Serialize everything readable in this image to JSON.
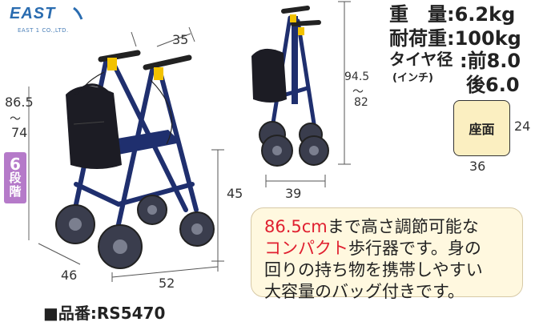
{
  "brand": {
    "name": "EAST",
    "company": "EAST 1 CO.,LTD."
  },
  "dimensions": {
    "width_top": "35",
    "height_max": "86.5",
    "height_tilde": "〜",
    "height_min": "74",
    "seat_height": "45",
    "depth": "46",
    "width": "52",
    "folded_height_max": "94.5",
    "folded_tilde": "〜",
    "folded_height_min": "82",
    "folded_depth": "39"
  },
  "badge": {
    "number": "6",
    "char1": "段",
    "char2": "階"
  },
  "specs": {
    "weight_label": "重　量",
    "weight_value": ":6.2kg",
    "load_label": "耐荷重",
    "load_value": ":100kg",
    "tire_label": "タイヤ径",
    "tire_unit": "(インチ)",
    "tire_front": ":前8.0",
    "tire_rear": "後6.0"
  },
  "seat": {
    "label": "座面",
    "depth": "24",
    "width": "36"
  },
  "description": {
    "line1_red": "86.5cm",
    "line1_rest": "まで高さ調節可能な",
    "line2_red": "コンパクト",
    "line2_rest": "歩行器です。身の",
    "line3": "回りの持ち物を携帯しやすい",
    "line4": "大容量のバッグ付きです。"
  },
  "product": {
    "code_label": "■品番:RS5470"
  },
  "colors": {
    "frame": "#1f2f6e",
    "bag": "#1c1c24",
    "badge": "#b57ac9",
    "seat_fill": "#fbefc1",
    "accent_red": "#e02030",
    "tire": "#3a3d4d"
  }
}
